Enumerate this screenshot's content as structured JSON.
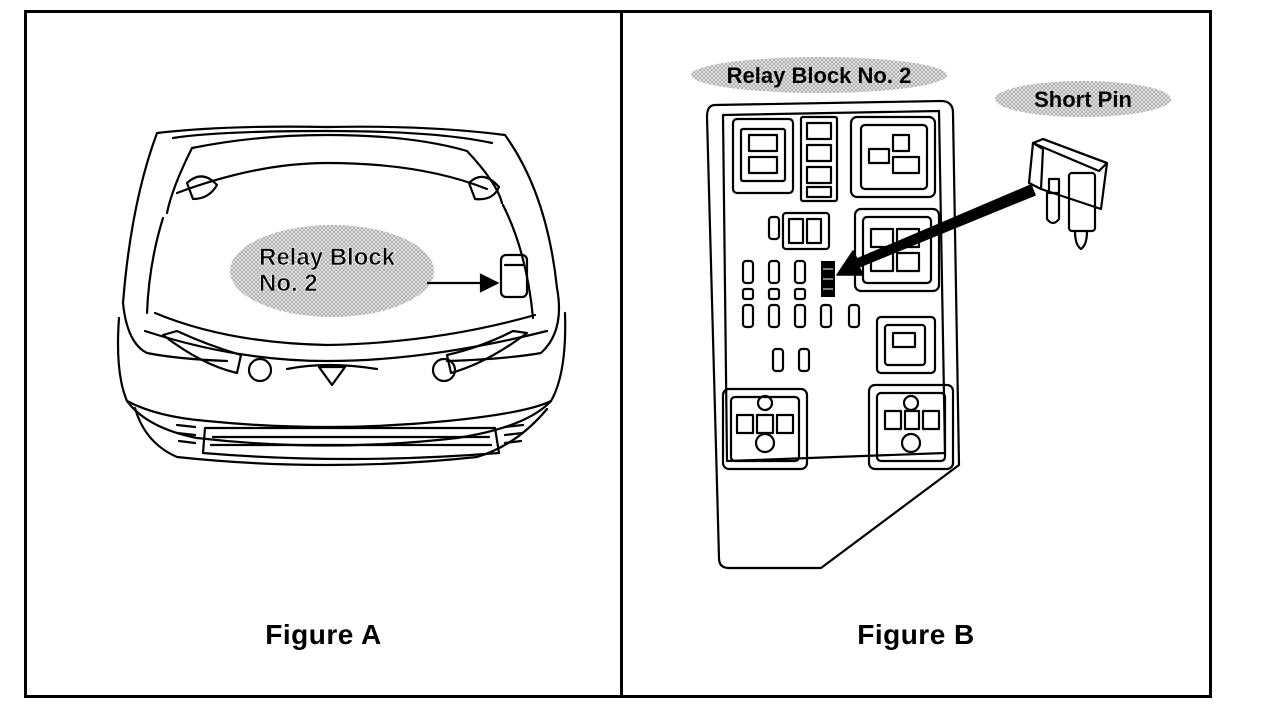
{
  "figures": {
    "a": {
      "caption": "Figure A",
      "callout_line1": "Relay Block",
      "callout_line2": "No. 2"
    },
    "b": {
      "caption": "Figure B",
      "relay_label": "Relay Block No. 2",
      "pin_label": "Short Pin"
    }
  },
  "colors": {
    "ink": "#000000",
    "stipple": "#bdbdbd",
    "paper": "#ffffff"
  }
}
